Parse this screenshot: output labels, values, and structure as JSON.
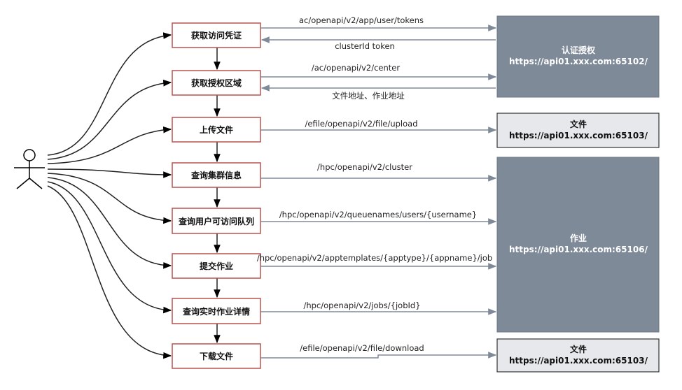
{
  "steps": [
    {
      "label": "获取访问凭证"
    },
    {
      "label": "获取授权区域"
    },
    {
      "label": "上传文件"
    },
    {
      "label": "查询集群信息"
    },
    {
      "label": "查询用户可访问队列"
    },
    {
      "label": "提交作业"
    },
    {
      "label": "查询实时作业详情"
    },
    {
      "label": "下载文件"
    }
  ],
  "servers": {
    "auth": {
      "title": "认证授权",
      "url": "https://api01.xxx.com:65102/"
    },
    "file1": {
      "title": "文件",
      "url": "https://api01.xxx.com:65103/"
    },
    "job": {
      "title": "作业",
      "url": "https://api01.xxx.com:65106/"
    },
    "file2": {
      "title": "文件",
      "url": "https://api01.xxx.com:65103/"
    }
  },
  "edges": {
    "tokens_request": "ac/openapi/v2/app/user/tokens",
    "tokens_response": "clusterId token",
    "center_request": "/ac/openapi/v2/center",
    "center_response": "文件地址、作业地址",
    "upload": "/efile/openapi/v2/file/upload",
    "cluster": "/hpc/openapi/v2/cluster",
    "queuenames": "/hpc/openapi/v2/queuenames/users/{username}",
    "apptemplates": "/hpc/openapi/v2/apptemplates/{apptype}/{appname}/job",
    "jobs": "/hpc/openapi/v2/jobs/{jobId}",
    "download": "/efile/openapi/v2/file/download"
  },
  "colors": {
    "step_border": "#b85450",
    "server_dark_fill": "#7f8a99",
    "server_light_fill": "#e6e8eb",
    "arrow_gray": "#7f8a99",
    "arrow_black": "#000000"
  }
}
